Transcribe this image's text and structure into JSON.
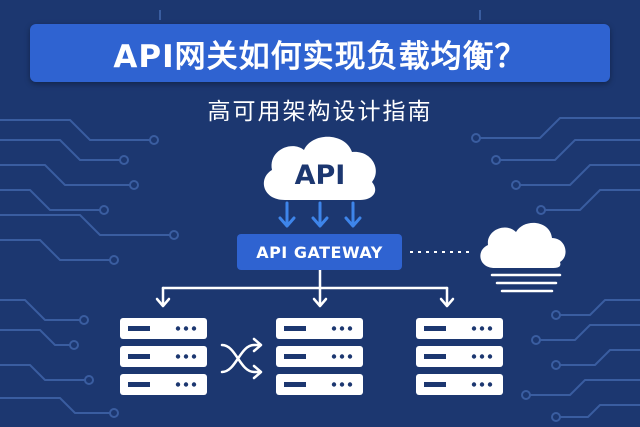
{
  "title": "API网关如何实现负载均衡？",
  "subtitle": "高可用架构设计指南",
  "cloud_label": "API",
  "gateway_label": "API GATEWAY",
  "colors": {
    "background": "#1c3770",
    "accent": "#2f63d1",
    "circuit": "#3a5da0",
    "white": "#ffffff"
  },
  "icons": [
    "cloud-icon",
    "arrow-down-icon",
    "server-icon",
    "shuffle-icon",
    "cloud-storage-icon"
  ]
}
